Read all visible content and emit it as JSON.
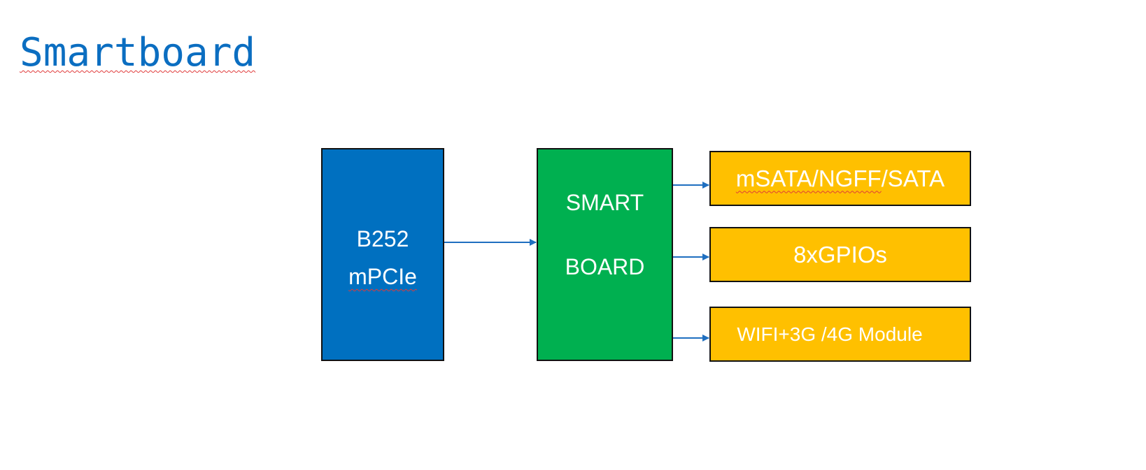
{
  "title": "Smartboard",
  "diagram": {
    "source": {
      "line1": "B252",
      "line2": "mPCIe",
      "color": "#0070c0"
    },
    "hub": {
      "line1": "SMART",
      "line2": "BOARD",
      "color": "#00b050"
    },
    "outputs": [
      {
        "label_part1": "mSATA/NGFF",
        "label_part2": "/SATA"
      },
      {
        "label": "8xGPIOs"
      },
      {
        "label": "WIFI+3G /4G Module"
      }
    ],
    "output_color": "#ffc000",
    "connector_color": "#1f6fc0"
  }
}
